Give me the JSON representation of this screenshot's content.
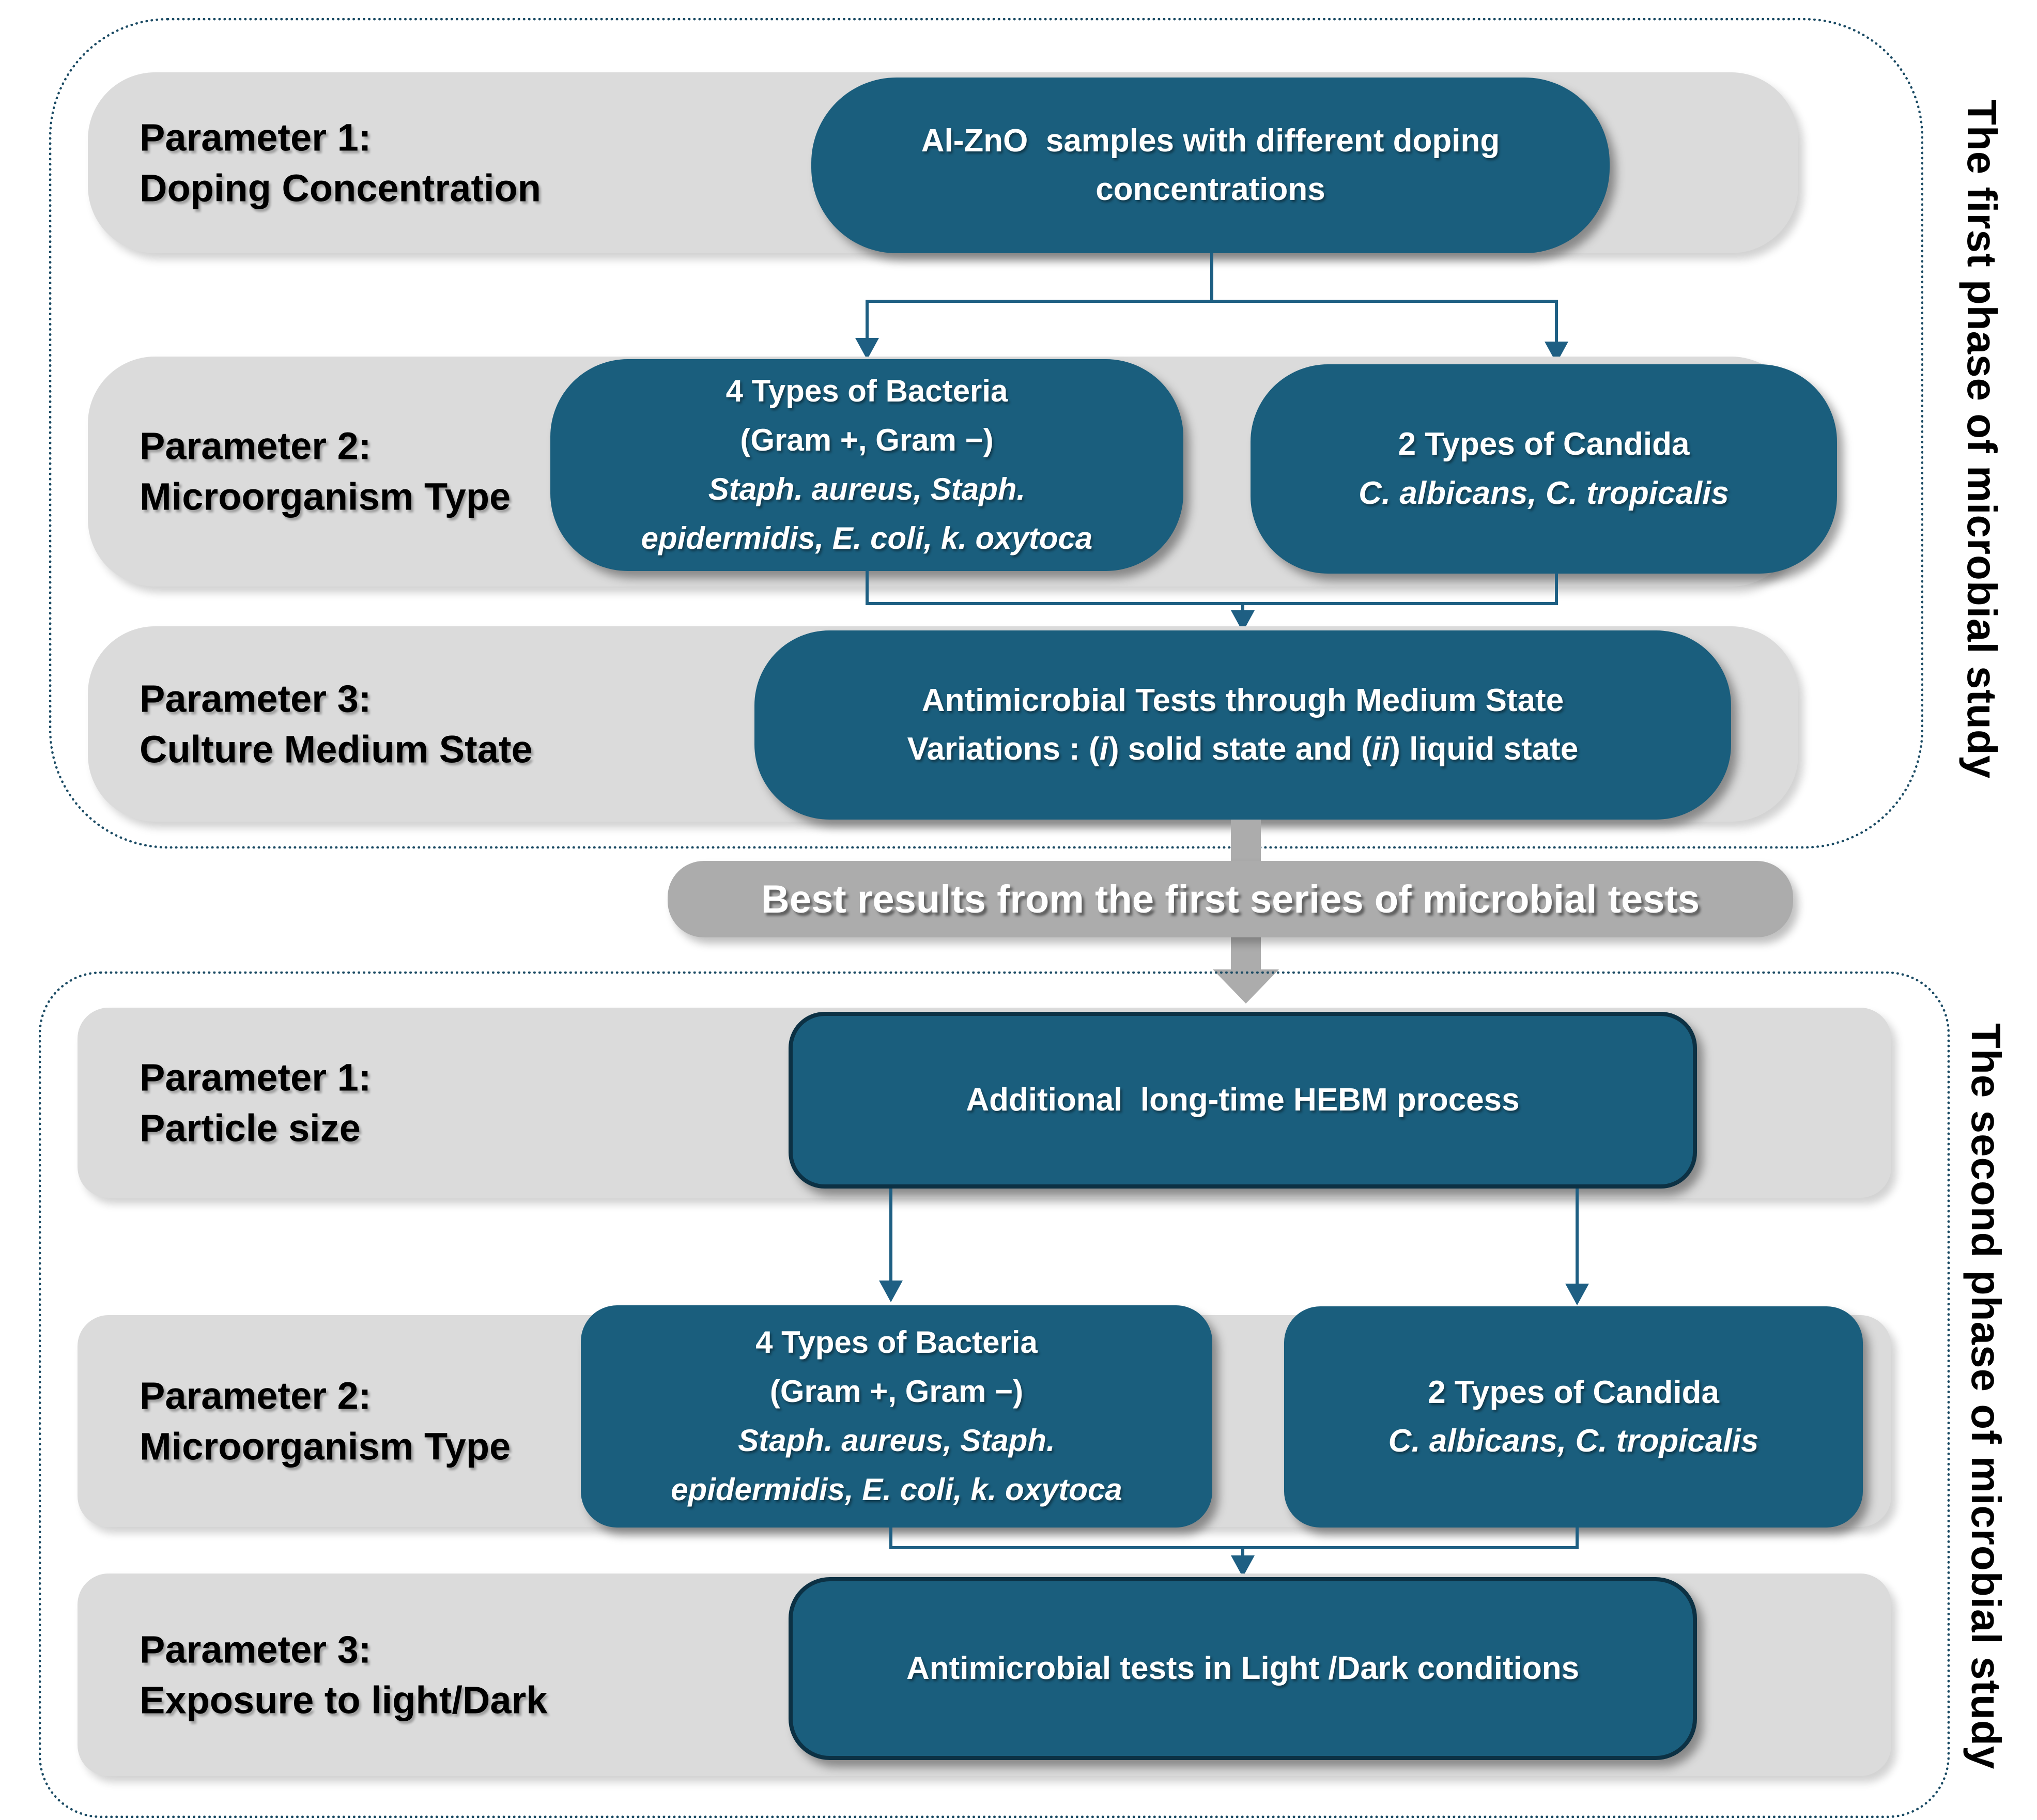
{
  "phase1": {
    "side_label": "The first phase of microbial study",
    "bar1": {
      "param": "Parameter 1:",
      "desc": "Doping Concentration"
    },
    "bar2": {
      "param": "Parameter 2:",
      "desc": "Microorganism Type"
    },
    "bar3": {
      "param": "Parameter 3:",
      "desc": "Culture Medium State"
    },
    "box_doping": {
      "line1": "Al-ZnO  samples with different doping",
      "line2": "concentrations"
    },
    "box_bacteria": {
      "line1": "4 Types of Bacteria",
      "line2": "(Gram +, Gram −)",
      "line3": "Staph. aureus, Staph.",
      "line4": "epidermidis, E. coli, k. oxytoca"
    },
    "box_candida": {
      "line1": "2 Types of Candida",
      "line2": "C. albicans, C. tropicalis"
    },
    "box_medium": {
      "line1": "Antimicrobial Tests through Medium State",
      "line2_pre": "Variations : (",
      "line2_i": "i",
      "line2_mid": ") solid state and (",
      "line2_ii": "ii",
      "line2_post": ") liquid state"
    }
  },
  "banner": {
    "label": "Best results from the first series of microbial tests"
  },
  "phase2": {
    "side_label": "The second phase of microbial study",
    "bar1": {
      "param": "Parameter 1:",
      "desc": "Particle size"
    },
    "bar2": {
      "param": "Parameter 2:",
      "desc": "Microorganism Type"
    },
    "bar3": {
      "param": "Parameter 3:",
      "desc": "Exposure to light/Dark"
    },
    "box_hebm": {
      "line1": "Additional  long-time HEBM process"
    },
    "box_bacteria": {
      "line1": "4 Types of Bacteria",
      "line2": "(Gram +, Gram −)",
      "line3": "Staph. aureus, Staph.",
      "line4": "epidermidis, E. coli, k. oxytoca"
    },
    "box_candida": {
      "line1": "2 Types of Candida",
      "line2": "C. albicans, C. tropicalis"
    },
    "box_lightdark": {
      "line1": "Antimicrobial tests in Light /Dark conditions"
    }
  },
  "colors": {
    "node_teal": "#1a5e7d",
    "node_border": "#0c3144",
    "gray_bar": "#dbdbdb",
    "banner_gray": "#acacac",
    "dotted_frame": "#1a4a63",
    "connector": "#1e5f83"
  }
}
